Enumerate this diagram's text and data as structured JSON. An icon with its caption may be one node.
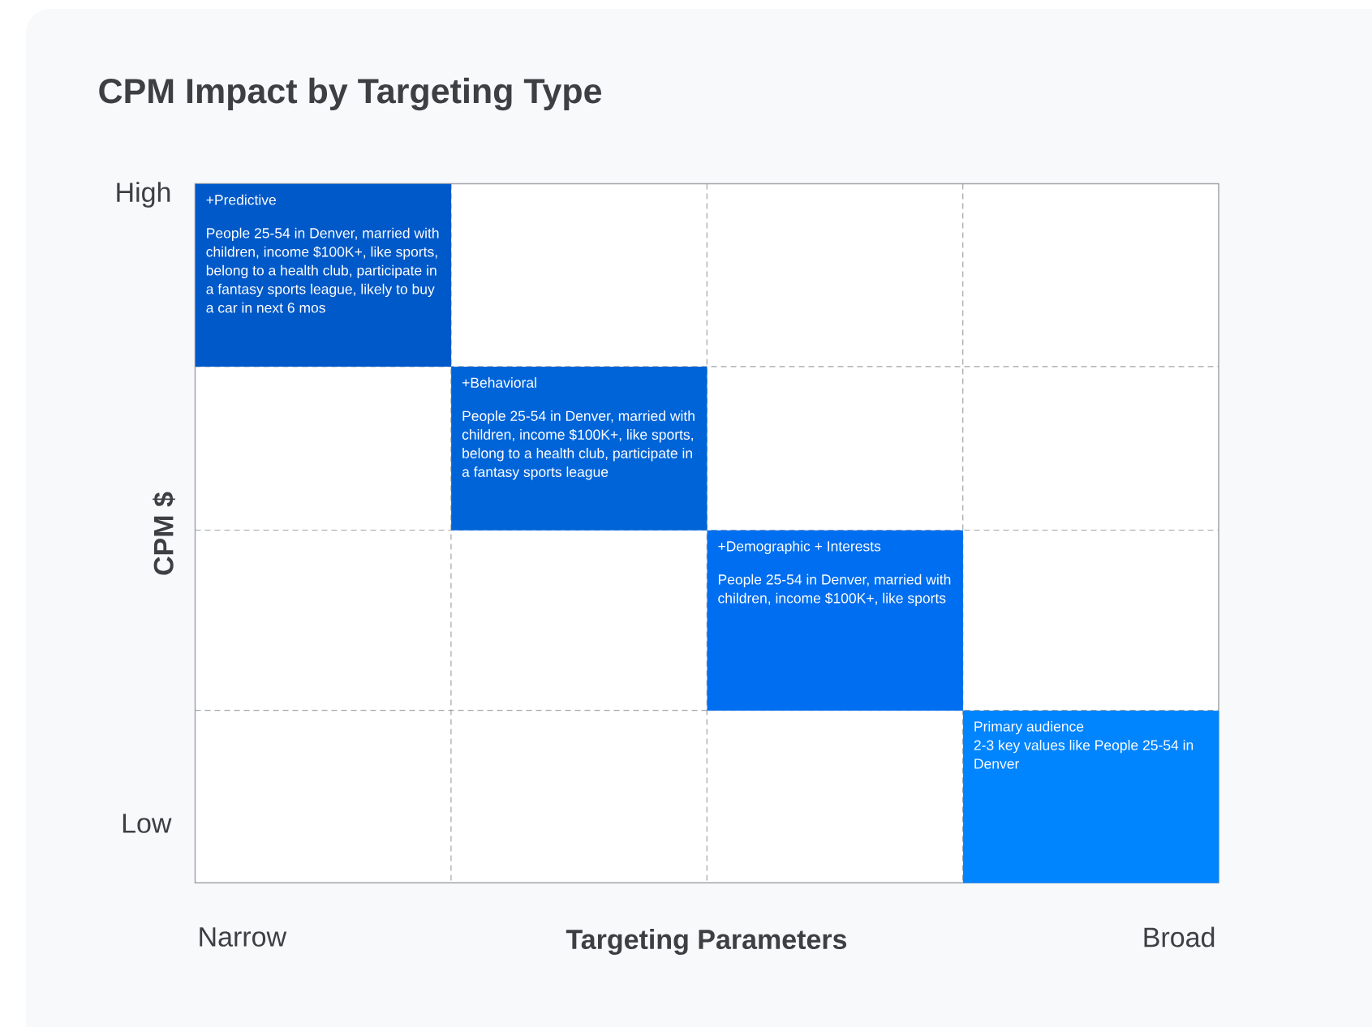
{
  "diagram": {
    "title": "CPM Impact by Targeting Type",
    "nodes": [
      {
        "text": [
          "+Predictive",
          "People 25-54 in Denver, married with children, income $100K+, like sports, belong to a health club, participate in a fantasy sports league, likely to buy a car in next 6 mos"
        ]
      },
      {
        "text": [
          "+Behavioral",
          "People 25-54 in Denver, married with children, income $100K+, like sports, belong to a health club, participate in a fantasy sports league"
        ]
      },
      {
        "text": [
          "+Demographic + Interests",
          "People 25-54 in Denver, married with children, income $100K+, like sports"
        ]
      },
      {
        "text": [
          "Primary audience",
          "2-3 key values like People 25-54 in Denver"
        ]
      }
    ],
    "labels": [
      "High",
      "Low",
      "CPM $",
      "Narrow",
      "Targeting Parameters",
      "Broad"
    ]
  }
}
